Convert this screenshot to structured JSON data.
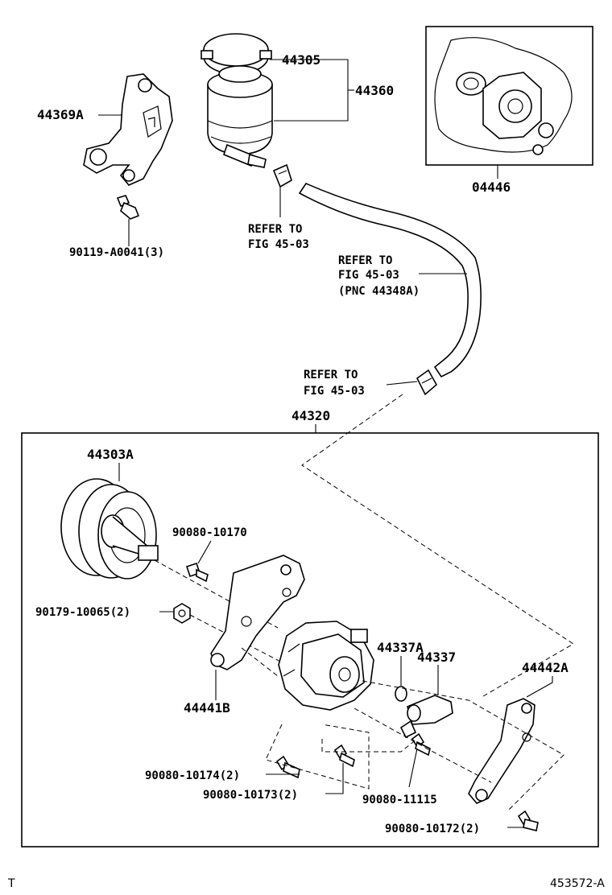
{
  "labels": {
    "p44305": "44305",
    "p44360": "44360",
    "p44369A": "44369A",
    "p04446": "04446",
    "p90119": "90119-A0041(3)",
    "ref1_l1": "REFER TO",
    "ref1_l2": "FIG 45-03",
    "ref2_l1": "REFER TO",
    "ref2_l2": "FIG 45-03",
    "ref2_l3": "(PNC 44348A)",
    "ref3_l1": "REFER TO",
    "ref3_l2": "FIG 45-03",
    "p44320": "44320",
    "p44303A": "44303A",
    "p90080_10170": "90080-10170",
    "p90179": "90179-10065(2)",
    "p44441B": "44441B",
    "p44337A": "44337A",
    "p44337": "44337",
    "p44442A": "44442A",
    "p90080_10174": "90080-10174(2)",
    "p90080_10173": "90080-10173(2)",
    "p90080_11115": "90080-11115",
    "p90080_10172": "90080-10172(2)"
  },
  "footer": {
    "left": "T",
    "right": "453572-A"
  }
}
